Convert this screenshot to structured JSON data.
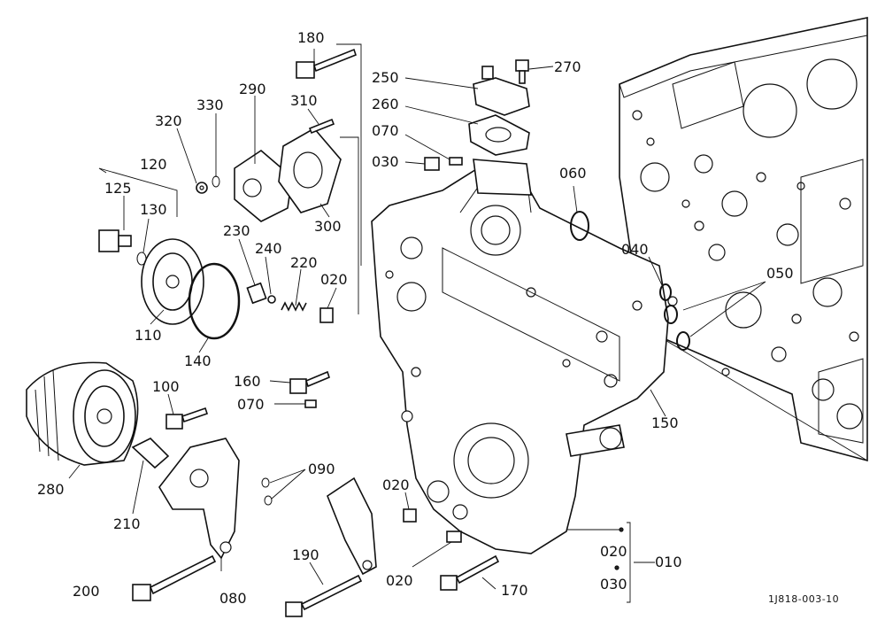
{
  "drawing_code": "1J818-003-10",
  "callouts": {
    "c180": "180",
    "c250": "250",
    "c270": "270",
    "c260": "260",
    "c290": "290",
    "c330": "330",
    "c310": "310",
    "c320": "320",
    "c070a": "070",
    "c030a": "030",
    "c060": "060",
    "c120": "120",
    "c125": "125",
    "c130": "130",
    "c300": "300",
    "c230": "230",
    "c240": "240",
    "c220": "220",
    "c040": "040",
    "c050": "050",
    "c020a": "020",
    "c110": "110",
    "c140": "140",
    "c160": "160",
    "c070b": "070",
    "c150": "150",
    "c100": "100",
    "c090": "090",
    "c280": "280",
    "c210": "210",
    "c020b": "020",
    "c190": "190",
    "c020c": "020",
    "c010": "010",
    "c020d": "020",
    "c030b": "030",
    "c200": "200",
    "c080": "080",
    "c170": "170"
  }
}
